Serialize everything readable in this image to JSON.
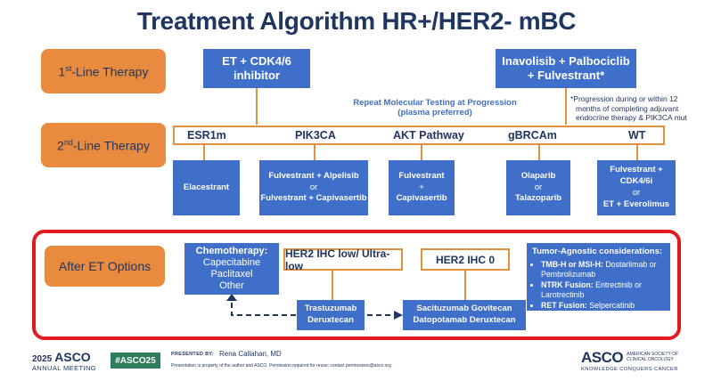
{
  "title": "Treatment Algorithm HR+/HER2- mBC",
  "rows": {
    "first_line": "1st-Line Therapy",
    "first_line_sup": "st",
    "second_line": "2nd-Line Therapy",
    "after_et": "After ET Options"
  },
  "first_line_boxes": {
    "left": [
      "ET + CDK4/6",
      "inhibitor"
    ],
    "right": [
      "Inavolisib + Palbociclib",
      "+ Fulvestrant*"
    ]
  },
  "repeat_testing": [
    "Repeat Molecular Testing at Progression",
    "(plasma preferred)"
  ],
  "footnote": [
    "*Progression during or within 12",
    "months of completing adjuvant",
    "endocrine therapy & PIK3CA mut"
  ],
  "biomarkers": [
    "ESR1m",
    "PIK3CA",
    "AKT Pathway",
    "gBRCAm",
    "WT"
  ],
  "second_line_boxes": [
    [
      "Elacestrant"
    ],
    [
      "Fulvestrant + Alpelisib",
      "or",
      "Fulvestrant + Capivasertib"
    ],
    [
      "Fulvestrant",
      "+",
      "Capivasertib"
    ],
    [
      "Olaparib",
      "or",
      "Talazoparib"
    ],
    [
      "Fulvestrant +",
      "CDK4/6i",
      "or",
      "ET + Everolimus"
    ]
  ],
  "after_et": {
    "chemo_title": "Chemotherapy:",
    "chemo_items": [
      "Capecitabine",
      "Paclitaxel",
      "Other"
    ],
    "her2_low": "HER2 IHC low/ Ultra-low",
    "her2_zero": "HER2 IHC 0",
    "tdxd": [
      "Trastuzumab",
      "Deruxtecan"
    ],
    "sg_dato": [
      "Sacituzumab Govitecan",
      "Datopotamab Deruxtecan"
    ],
    "tumor_agnostic_title": "Tumor-Agnostic considerations:",
    "tumor_agnostic_items": [
      {
        "label": "TMB-H or MSI-H:",
        "text": " Dostarlimab or Pembrolizumab"
      },
      {
        "label": "NTRK Fusion:",
        "text": " Entrectinib or Larotrectinib"
      },
      {
        "label": "RET Fusion:",
        "text": " Selpercatinib"
      }
    ]
  },
  "footer": {
    "meeting_year": "2025",
    "meeting_org": "ASCO",
    "meeting_name": "ANNUAL MEETING",
    "hashtag": "#ASCO25",
    "presented_by_label": "PRESENTED BY:",
    "presenter": "Rena Callahan, MD",
    "disclaimer": "Presentation is property of the author and ASCO. Permission required for reuse; contact permissions@asco.org",
    "asco_logo": "ASCO",
    "asco_society": [
      "AMERICAN SOCIETY OF",
      "CLINICAL ONCOLOGY"
    ],
    "asco_tagline": "KNOWLEDGE CONQUERS CANCER"
  },
  "colors": {
    "navy": "#1f3660",
    "orange": "#e98b3f",
    "blue": "#3f6fc9",
    "red": "#e11b22",
    "green": "#2f7d5b"
  }
}
